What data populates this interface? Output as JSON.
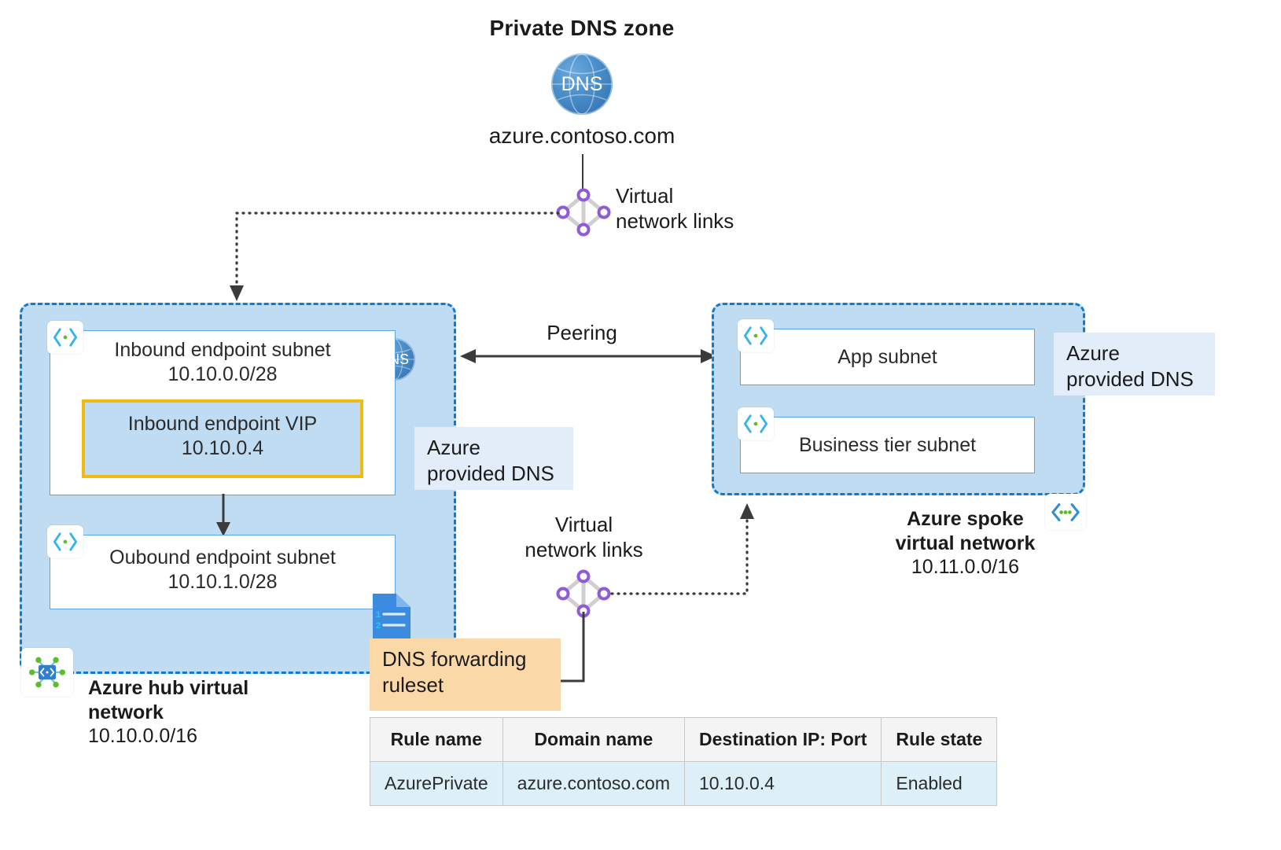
{
  "diagram": {
    "title": "Private DNS zone",
    "zone_domain": "azure.contoso.com"
  },
  "icons": {
    "dns_globe": "dns-globe-icon",
    "dns_globe_text": "DNS",
    "vnet_links": "virtual-network-links-icon",
    "subnet": "subnet-icon",
    "vnet": "virtual-network-icon",
    "ruleset_doc": "document-list-icon"
  },
  "links": {
    "top_label_line1": "Virtual",
    "top_label_line2": "network links",
    "bottom_label_line1": "Virtual",
    "bottom_label_line2": "network links"
  },
  "peering": {
    "label": "Peering"
  },
  "hub": {
    "name_line1": "Azure hub virtual",
    "name_line2": "network",
    "cidr": "10.10.0.0/16",
    "inbound_subnet": {
      "name": "Inbound endpoint subnet",
      "cidr": "10.10.0.0/28"
    },
    "inbound_vip": {
      "name": "Inbound endpoint VIP",
      "ip": "10.10.0.4"
    },
    "outbound_subnet": {
      "name": "Oubound endpoint subnet",
      "cidr": "10.10.1.0/28"
    },
    "callout_line1": "Azure",
    "callout_line2": "provided DNS"
  },
  "spoke": {
    "name_line1": "Azure spoke",
    "name_line2": "virtual network",
    "cidr": "10.11.0.0/16",
    "subnets": [
      {
        "name": "App subnet"
      },
      {
        "name": "Business tier subnet"
      }
    ],
    "callout_line1": "Azure",
    "callout_line2": "provided DNS"
  },
  "ruleset": {
    "label_line1": "DNS forwarding",
    "label_line2": "ruleset"
  },
  "rules_table": {
    "headers": [
      "Rule name",
      "Domain name",
      "Destination IP: Port",
      "Rule state"
    ],
    "rows": [
      {
        "rule_name": "AzurePrivate",
        "domain_name": "azure.contoso.com",
        "destination": "10.10.0.4",
        "state": "Enabled"
      }
    ]
  },
  "colors": {
    "vnet_fill": "#bfdcf3",
    "vnet_border": "#0f7ad1",
    "vip_border": "#f2b912",
    "callout_blue": "#e2edf9",
    "callout_orange": "#fbd8a8",
    "link_node": "#8e5cd9",
    "accent_green": "#5bbd2a"
  }
}
